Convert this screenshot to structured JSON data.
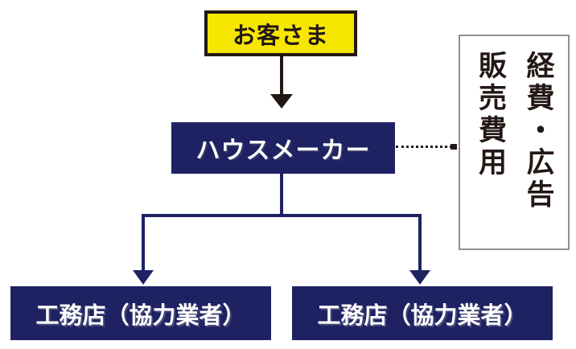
{
  "diagram": {
    "customer": {
      "label": "お客さま"
    },
    "housemaker": {
      "label": "ハウスメーカー"
    },
    "contractors": [
      {
        "label": "工務店（協力業者）"
      },
      {
        "label": "工務店（協力業者）"
      }
    ],
    "expenses": {
      "column_right": "経費・広告",
      "column_left": "販売費用"
    },
    "connectors": {
      "customer_to_housemaker": "solid-arrow-down",
      "housemaker_to_contractors": "branching-arrows-down",
      "housemaker_to_expenses": "dotted-line-right"
    }
  },
  "colors": {
    "navy": "#1e2263",
    "yellow": "#f7e700",
    "ink_black": "#231815",
    "border_gray": "#8f8f8f",
    "white": "#ffffff"
  }
}
